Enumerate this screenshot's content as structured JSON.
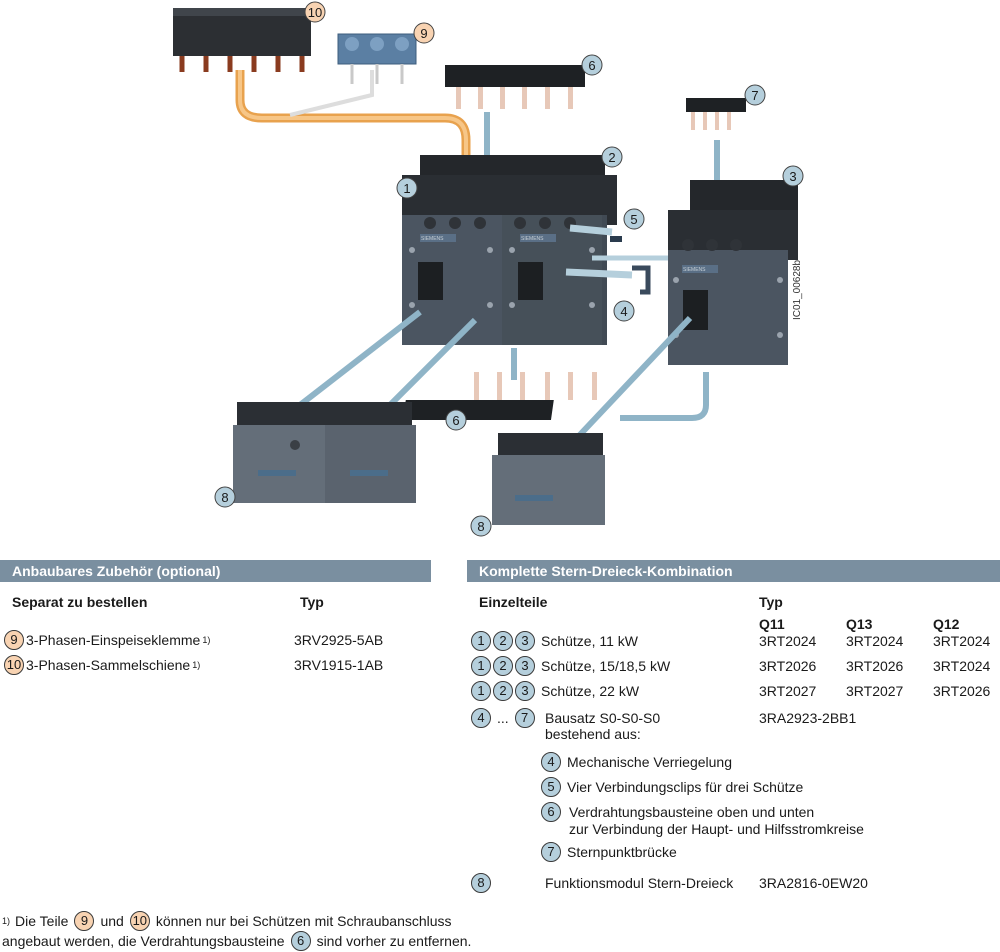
{
  "diagram": {
    "id_text": "IC01_00628b",
    "callouts": [
      "1",
      "2",
      "3",
      "4",
      "5",
      "6",
      "7",
      "8",
      "9",
      "10"
    ]
  },
  "accessories": {
    "header": "Anbaubares Zubehör (optional)",
    "col1": "Separat zu bestellen",
    "col2": "Typ",
    "items": [
      {
        "num": "9",
        "label": "3-Phasen-Einspeiseklemme",
        "sup": "1)",
        "type": "3RV2925-5AB"
      },
      {
        "num": "10",
        "label": "3-Phasen-Sammelschiene",
        "sup": "1)",
        "type": "3RV1915-1AB"
      }
    ]
  },
  "combination": {
    "header": "Komplette Stern-Dreieck-Kombination",
    "col1": "Einzelteile",
    "col2": "Typ",
    "subcols": [
      "Q11",
      "Q13",
      "Q12"
    ],
    "rows": [
      {
        "label": "Schütze, 11 kW",
        "q11": "3RT2024",
        "q13": "3RT2024",
        "q12": "3RT2024"
      },
      {
        "label": "Schütze, 15/18,5 kW",
        "q11": "3RT2026",
        "q13": "3RT2026",
        "q12": "3RT2024"
      },
      {
        "label": "Schütze, 22 kW",
        "q11": "3RT2027",
        "q13": "3RT2027",
        "q12": "3RT2026"
      }
    ],
    "kit": {
      "from": "4",
      "dots": "...",
      "to": "7",
      "line1": "Bausatz S0-S0-S0",
      "line2": "bestehend aus:",
      "type": "3RA2923-2BB1"
    },
    "kit_parts": [
      {
        "num": "4",
        "label": "Mechanische Verriegelung"
      },
      {
        "num": "5",
        "label": "Vier Verbindungsclips für drei Schütze"
      },
      {
        "num": "6",
        "line1": "Verdrahtungsbausteine oben und unten",
        "line2": "zur Verbindung der Haupt- und Hilfsstromkreise"
      },
      {
        "num": "7",
        "label": "Sternpunktbrücke"
      }
    ],
    "module": {
      "num": "8",
      "label": "Funktionsmodul Stern-Dreieck",
      "type": "3RA2816-0EW20"
    }
  },
  "footnote": {
    "mark": "1)",
    "part1": "Die Teile",
    "and": "und",
    "part2": "können nur bei Schützen mit Schraubanschluss",
    "line2a": "angebaut werden, die Verdrahtungsbausteine",
    "line2b": "sind vorher zu entfernen."
  }
}
